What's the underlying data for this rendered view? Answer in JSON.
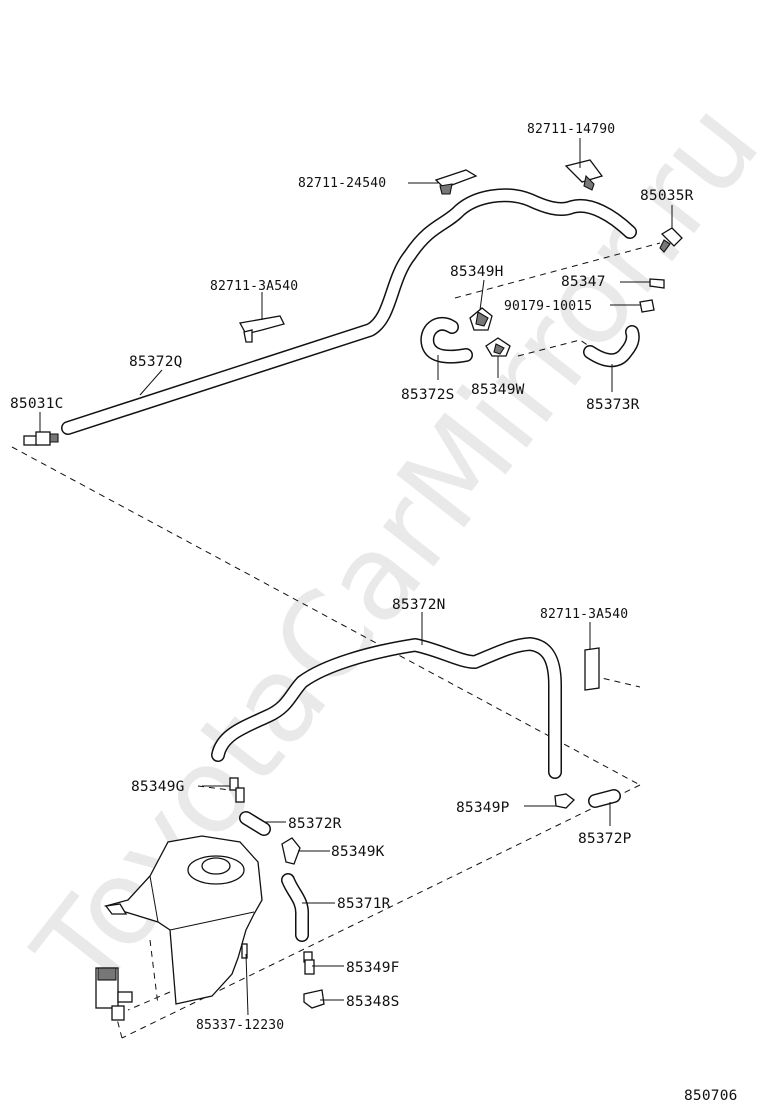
{
  "watermark": "ToyotaCarMirror.ru",
  "diagram_code": "850706",
  "labels": {
    "p82711_14790": "82711-14790",
    "p82711_24540": "82711-24540",
    "p85035R": "85035R",
    "p85349H": "85349H",
    "p85347": "85347",
    "p90179_10015": "90179-10015",
    "p82711_3A540_top": "82711-3A540",
    "p85372Q": "85372Q",
    "p85031C": "85031C",
    "p85372S": "85372S",
    "p85349W": "85349W",
    "p85373R": "85373R",
    "p85372N": "85372N",
    "p82711_3A540_bot": "82711-3A540",
    "p85349G": "85349G",
    "p85372R": "85372R",
    "p85349K": "85349K",
    "p85371R": "85371R",
    "p85349F": "85349F",
    "p85348S": "85348S",
    "p85337_12230": "85337-12230",
    "p85349P": "85349P",
    "p85372P": "85372P"
  }
}
